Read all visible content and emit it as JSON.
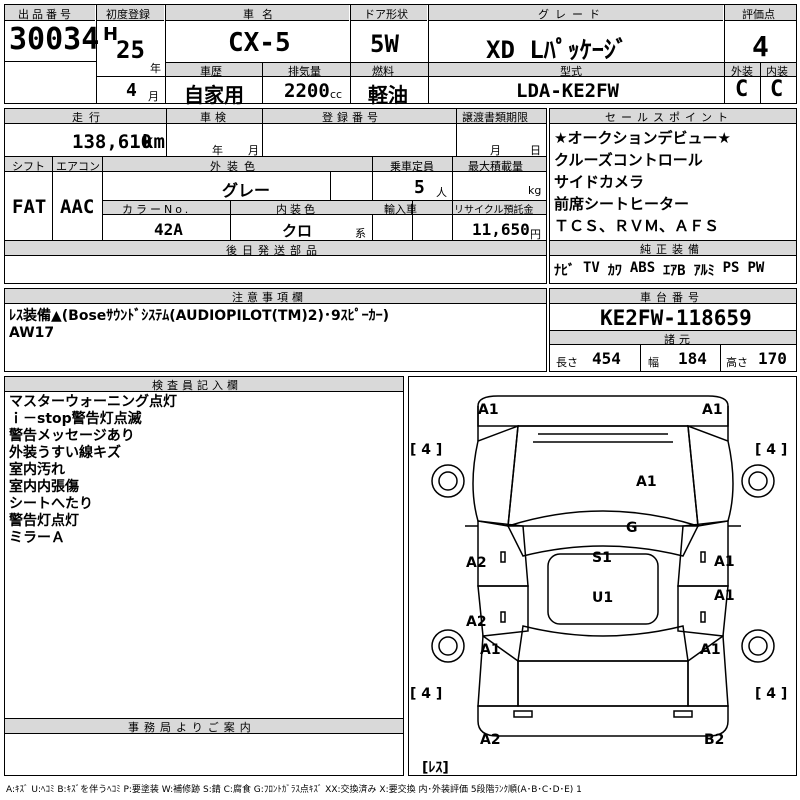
{
  "header": {
    "lot_label": "出品番号",
    "lot": "30034",
    "reg_label": "初度登録",
    "era": "H",
    "year": "25",
    "year_unit": "年",
    "month": "4",
    "month_unit": "月",
    "model_label": "車名",
    "model": "CX-5",
    "door_label": "ドア形状",
    "door": "5W",
    "grade_label": "グレード",
    "grade": "XD Lﾊﾟｯｹｰｼﾞ",
    "score_label": "評価点",
    "score": "4",
    "history_label": "車歴",
    "history": "自家用",
    "disp_label": "排気量",
    "disp": "2200",
    "disp_unit": "cc",
    "fuel_label": "燃料",
    "fuel": "軽油",
    "type_label": "型式",
    "type": "LDA-KE2FW",
    "ext_label": "外装",
    "ext": "C",
    "int_label": "内装",
    "int": "C"
  },
  "info": {
    "mileage_label": "走行",
    "mileage": "138,610",
    "mileage_unit": "km",
    "inspection_label": "車検",
    "insp_year_unit": "年",
    "insp_month_unit": "月",
    "regno_label": "登録番号",
    "deadline_label": "譲渡書類期限",
    "deadline_month_unit": "月",
    "deadline_day_unit": "日",
    "shift_label": "シフト",
    "shift": "FAT",
    "ac_label": "エアコン",
    "ac": "AAC",
    "color_label": "外装色",
    "color": "グレー",
    "capacity_label": "乗車定員",
    "capacity": "5",
    "capacity_unit": "人",
    "load_label": "最大積載量",
    "load_unit": "kg",
    "colorno_label": "カラーNo.",
    "colorno": "42A",
    "intcolor_label": "内装色",
    "intcolor": "クロ",
    "intcolor_unit": "系",
    "import_label": "輸入車",
    "recycle_label": "リサイクル預託金",
    "recycle": "11,650",
    "recycle_unit": "円",
    "later_label": "後日発送部品"
  },
  "sales_points": {
    "label": "セールスポイント",
    "items": [
      "★オークションデビュー★",
      "クルーズコントロール",
      "サイドカメラ",
      "前席シートヒーター",
      "ＴＣＳ、ＲＶＭ、ＡＦＳ"
    ]
  },
  "equipment": {
    "label": "純正装備",
    "items": [
      "ﾅﾋﾞ",
      "TV",
      "ｶﾜ",
      "ABS",
      "ｴｱB",
      "ｱﾙﾐ",
      "PS",
      "PW"
    ]
  },
  "notes": {
    "label": "注意事項欄",
    "lines": [
      "ﾚｽ装備▲(Boseｻｳﾝﾄﾞｼｽﾃﾑ(AUDIOPILOT(TM)2)･9ｽﾋﾟｰｶｰ)",
      "AW17"
    ]
  },
  "chassis": {
    "label": "車台番号",
    "value": "KE2FW-118659",
    "spec_label": "諸元",
    "len_label": "長さ",
    "len": "454",
    "wid_label": "幅",
    "wid": "184",
    "hgt_label": "高さ",
    "hgt": "170"
  },
  "inspector": {
    "label": "検査員記入欄",
    "lines": [
      "マスターウォーニング点灯",
      "ｉ－stop警告灯点滅",
      "警告メッセージあり",
      "外装うすい線キズ",
      "室内汚れ",
      "室内内張傷",
      "シートへたり",
      "警告灯点灯",
      "ミラーＡ"
    ]
  },
  "office": {
    "label": "事務局よりご案内"
  },
  "diagram": {
    "marks": {
      "fl": "A1",
      "fr": "A1",
      "tire_l_top": "[ 4 ]",
      "tire_r_top": "[ 4 ]",
      "hood": "A1",
      "glass": "G",
      "l_front_door": "A2",
      "r_front_door": "A1",
      "seat": "S1",
      "roof": "U1",
      "l_rear_door": "A2",
      "r_rear_door": "A1",
      "l_rear": "A1",
      "r_rear": "A1",
      "tire_l_bot": "[ 4 ]",
      "tire_r_bot": "[ 4 ]",
      "rear_l": "A2",
      "rear_r": "B2",
      "spare": "[ﾚｽ]"
    }
  },
  "legend": "A:ｷｽﾞ U:ﾍｺﾐ B:ｷｽﾞを伴うﾍｺﾐ P:要塗装 W:補修跡 S:錆 C:腐食 G:ﾌﾛﾝﾄｶﾞﾗｽ点ｷｽﾞ XX:交換済み X:要交換 内･外装評価 5段階ﾗﾝｸ順(A･B･C･D･E) 1"
}
